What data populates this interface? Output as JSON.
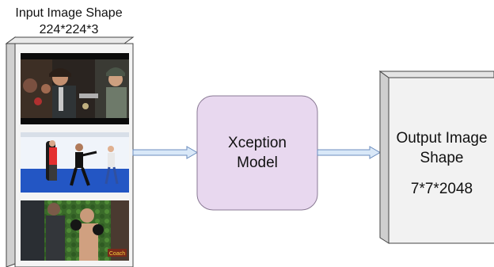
{
  "input": {
    "title_line1": "Input Image Shape",
    "title_line2": "224*224*3",
    "frames": [
      {
        "name": "movie-scene-frame",
        "watermark": ""
      },
      {
        "name": "boxing-gym-frame",
        "watermark": ""
      },
      {
        "name": "sparring-outdoor-frame",
        "watermark": "Coach"
      }
    ]
  },
  "model": {
    "line1": "Xception",
    "line2": "Model",
    "color": "#e8d8ef"
  },
  "output": {
    "line1": "Output Image",
    "line2": "Shape",
    "dims": "7*7*2048"
  },
  "colors": {
    "arrow_fill": "#d9e8f8",
    "arrow_stroke": "#6c8ebf",
    "box_front": "#f2f2f2",
    "box_side": "#cfcfcf"
  }
}
